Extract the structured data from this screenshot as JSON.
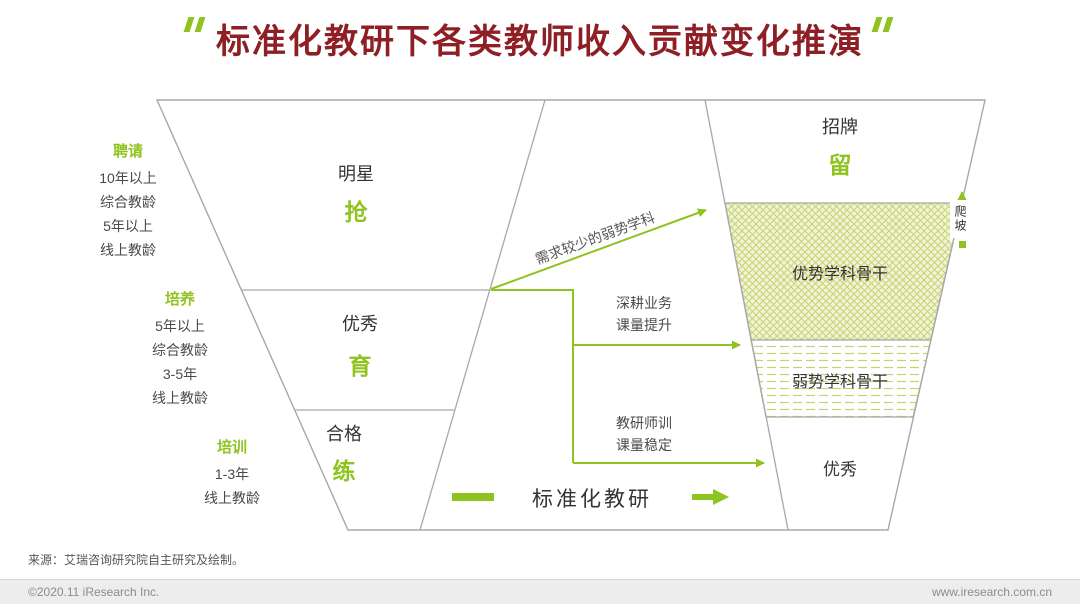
{
  "colors": {
    "accent_green": "#8FC31F",
    "title_red": "#8E1F24",
    "line_gray": "#A8A8A8",
    "hatch_green": "#C7D36E"
  },
  "title": "标准化教研下各类教师收入贡献变化推演",
  "left_stages": [
    {
      "label": "聘请",
      "lines": [
        "10年以上",
        "综合教龄",
        "5年以上",
        "线上教龄"
      ]
    },
    {
      "label": "培养",
      "lines": [
        "5年以上",
        "综合教龄",
        "3-5年",
        "线上教龄"
      ]
    },
    {
      "label": "培训",
      "lines": [
        "1-3年",
        "线上教龄"
      ]
    }
  ],
  "left_funnel": {
    "tiers": [
      {
        "name": "明星",
        "action": "抢"
      },
      {
        "name": "优秀",
        "action": "育"
      },
      {
        "name": "合格",
        "action": "练"
      }
    ]
  },
  "right_funnel": {
    "top_name": "招牌",
    "top_action": "留",
    "tiers": [
      "优势学科骨干",
      "弱势学科骨干",
      "优秀"
    ],
    "climb_label": "爬坡"
  },
  "transition_arrows": [
    {
      "label": "需求较少的弱势学科"
    },
    {
      "lines": [
        "深耕业务",
        "课量提升"
      ]
    },
    {
      "lines": [
        "教研师训",
        "课量稳定"
      ]
    }
  ],
  "process_label": "标准化教研",
  "source_note": "来源：艾瑞咨询研究院自主研究及绘制。",
  "footer": {
    "copyright": "©2020.11 iResearch Inc.",
    "website": "www.iresearch.com.cn"
  }
}
